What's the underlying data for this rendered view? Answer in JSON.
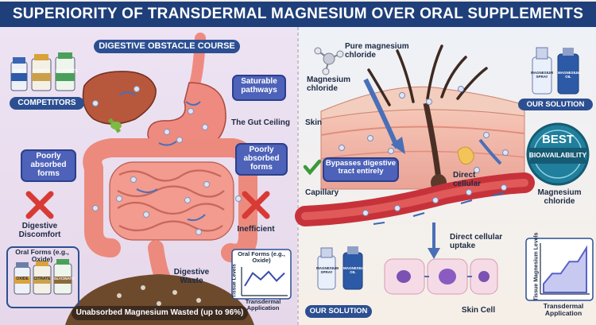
{
  "title": "SUPERIORITY OF TRANSDERMAL MAGNESIUM OVER ORAL SUPPLEMENTS",
  "left": {
    "section_label": "DIGESTIVE OBSTACLE COURSE",
    "competitors_label": "COMPETITORS",
    "bottles": [
      "OXIDE",
      "CITRATE",
      "GLYCINATE"
    ],
    "saturable": "Saturable pathways",
    "gut_ceiling": "The Gut Ceiling",
    "poorly_left": "Poorly absorbed forms",
    "poorly_right": "Poorly absorbed forms",
    "digestive_discomfort": "Digestive Discomfort",
    "inefficient": "Inefficient",
    "digestive_waste": "Digestive Waste",
    "oral_forms_title": "Oral Forms (e.g., Oxide)",
    "oral_forms_bottles": [
      "OXIDE",
      "CITRATE",
      "GLYCINATE"
    ],
    "mini_chart": {
      "title": "Oral Forms (e.g., Oxide)",
      "ylabel": "Tissue Levels",
      "xlabel": "Transdermal Application"
    },
    "wasted_banner": "Unabsorbed Magnesium Wasted (up to 96%)"
  },
  "right": {
    "pure_mgcl": "Pure magnesium chloride",
    "mgcl": "Magnesium chloride",
    "skin": "Skin",
    "bypasses": "Bypasses digestive tract entirely",
    "capillary": "Capillary",
    "direct_cellular": "Direct cellular",
    "direct_uptake": "Direct cellular uptake",
    "skin_cell": "Skin Cell",
    "our_solution_top": "OUR SOLUTION",
    "our_solution_bottom": "OUR SOLUTION",
    "spray_label": "MAGNESIUM SPRAY",
    "oil_label": "MAGNESIUM OIL",
    "badge_best": "BEST",
    "badge_bio": "BIOAVAILABILITY",
    "mgcl_badge_caption": "Magnesium chloride",
    "chart": {
      "ylabel": "Tissue Magnesium Levels",
      "xlabel": "Transdermal Application"
    }
  },
  "colors": {
    "navy": "#1f3f7a",
    "red_x": "#d83a34",
    "green_check": "#3a9a3a",
    "gut_pink": "#ef8a80",
    "vessel_red": "#c7323a",
    "skin_pink": "#f2b7a6",
    "badge_teal": "#1f7f9c"
  },
  "chart_data": [
    {
      "type": "line",
      "ylabel": "Tissue Levels",
      "xlabel": "Transdermal Application",
      "series": [
        {
          "values": [
            1,
            3,
            2,
            3.2,
            1.8,
            3
          ]
        }
      ]
    },
    {
      "type": "area",
      "ylabel": "Tissue Magnesium Levels",
      "xlabel": "Transdermal Application",
      "series": [
        {
          "values": [
            1,
            2.2,
            2.2,
            3.6,
            3.6,
            5.2
          ]
        }
      ]
    }
  ]
}
